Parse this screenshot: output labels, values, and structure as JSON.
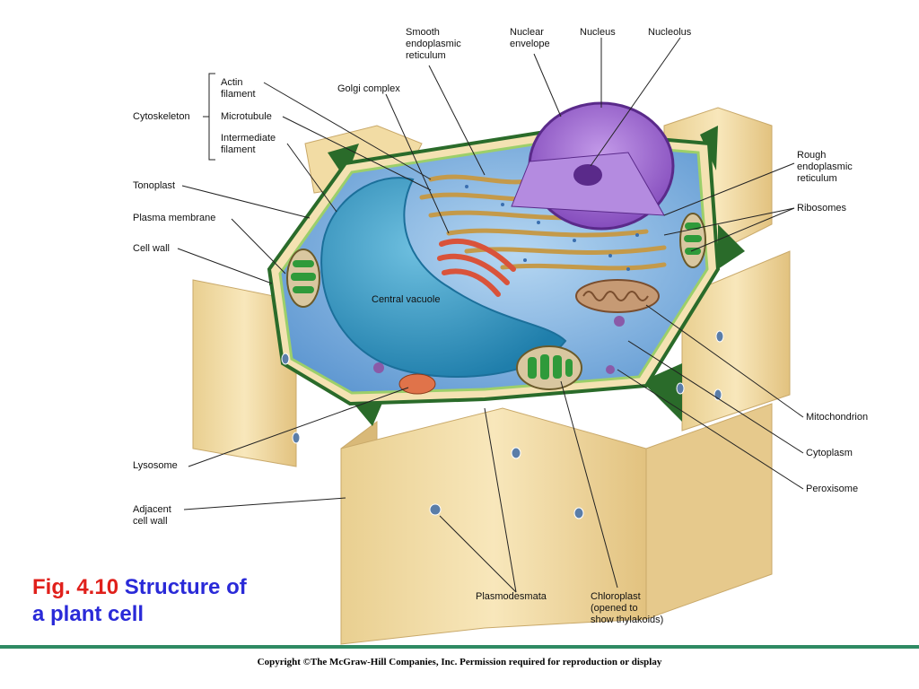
{
  "labels": {
    "smooth_er": "Smooth\nendoplasmic\nreticulum",
    "nuclear_envelope": "Nuclear\nenvelope",
    "nucleus": "Nucleus",
    "nucleolus": "Nucleolus",
    "actin": "Actin\nfilament",
    "golgi": "Golgi complex",
    "cytoskeleton": "Cytoskeleton",
    "microtubule": "Microtubule",
    "intermediate": "Intermediate\nfilament",
    "rough_er": "Rough\nendoplasmic\nreticulum",
    "tonoplast": "Tonoplast",
    "ribosomes": "Ribosomes",
    "plasma_membrane": "Plasma membrane",
    "cell_wall": "Cell wall",
    "central_vacuole": "Central vacuole",
    "mitochondrion": "Mitochondrion",
    "cytoplasm": "Cytoplasm",
    "lysosome": "Lysosome",
    "peroxisome": "Peroxisome",
    "adjacent_cell_wall": "Adjacent\ncell wall",
    "plasmodesmata": "Plasmodesmata",
    "chloroplast": "Chloroplast\n(opened to\nshow thylakoids)"
  },
  "caption": {
    "number": "Fig. 4.10",
    "title_line1": "Structure of",
    "title_line2": "a plant cell"
  },
  "footer": {
    "copyright": "Copyright ©The McGraw-Hill Companies, Inc. Permission required for reproduction or display"
  },
  "colors": {
    "wall": "#f3dda6",
    "wall_shade": "#dcc07f",
    "middle_lamella": "#2a6b2a",
    "cytoplasm": "#6fa6db",
    "vacuole": "#2d8fbd",
    "nucleus": "#9a5ed0",
    "golgi": "#d9533a",
    "mitochondrion": "#b98a68",
    "chloroplast": "#2f9a3a",
    "accent_red": "#e0201b",
    "accent_blue": "#2a2ad8",
    "rule_green": "#2f8a63"
  }
}
